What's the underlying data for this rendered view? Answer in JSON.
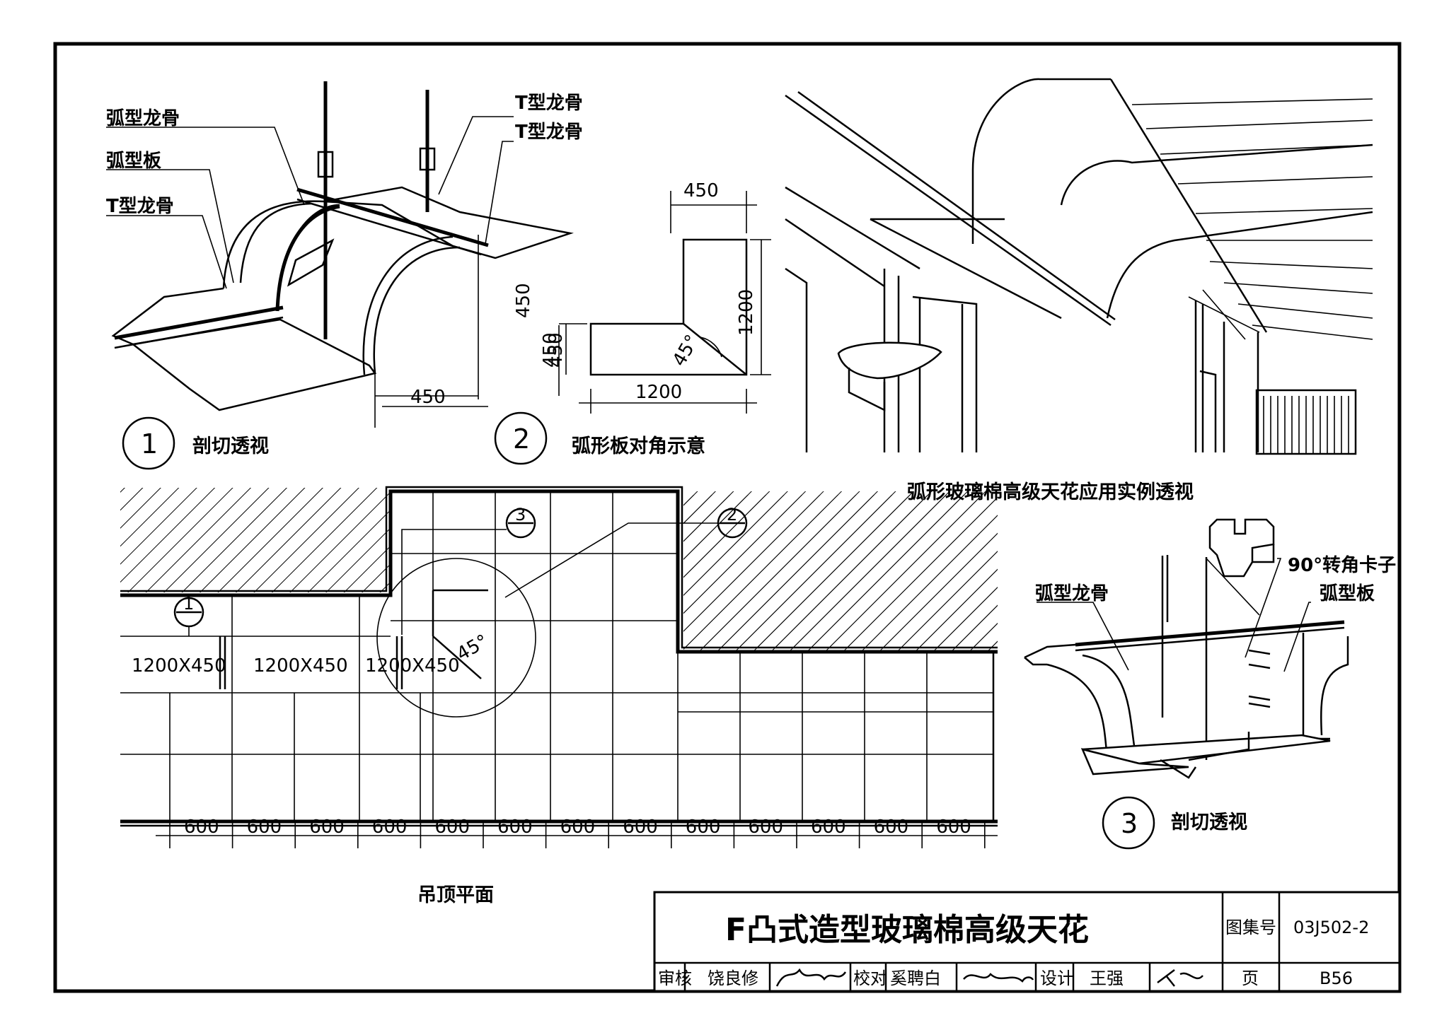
{
  "labels": {
    "arc_keel": "弧型龙骨",
    "arc_board": "弧型板",
    "t_keel": "T型龙骨",
    "corner_clip": "90°转角卡子"
  },
  "captions": {
    "section_1_num": "1",
    "section_1": "剖切透视",
    "section_2_num": "2",
    "section_2": "弧形板对角示意",
    "section_3_num": "3",
    "section_3": "剖切透视",
    "perspective": "弧形玻璃棉高级天花应用实例透视",
    "plan": "吊顶平面"
  },
  "dimensions": {
    "d450": "450",
    "d1200": "1200",
    "d45deg": "45°",
    "panel": "1200X450",
    "grid": "600",
    "grid_count": 13
  },
  "plan_marks": [
    "1",
    "2",
    "3"
  ],
  "title_block": {
    "title": "F凸式造型玻璃棉高级天花",
    "atlas_label": "图集号",
    "atlas_no": "03J502-2",
    "review_label": "审核",
    "reviewer": "饶良修",
    "check_label": "校对",
    "checker": "奚聘白",
    "design_label": "设计",
    "designer": "王强",
    "page_label": "页",
    "page_no": "B56"
  }
}
